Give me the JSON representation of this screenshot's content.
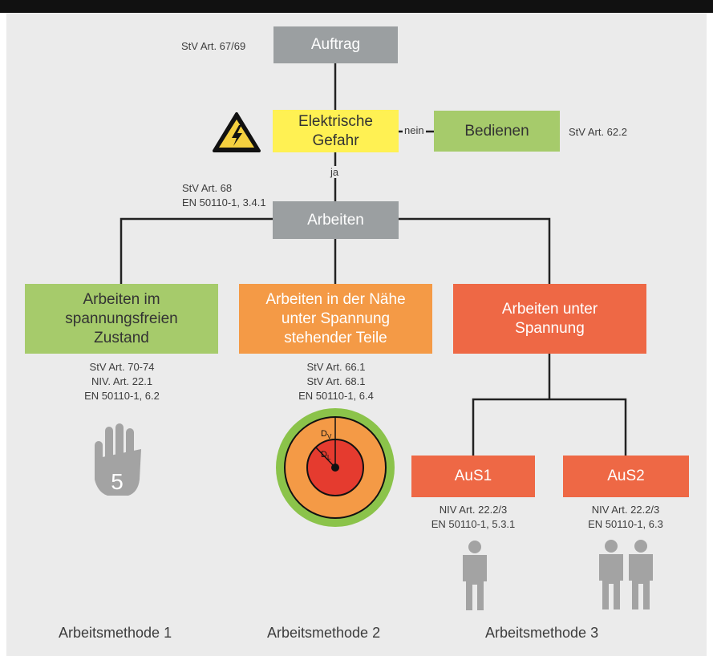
{
  "colors": {
    "gray": "#9b9fa1",
    "yellow": "#fff153",
    "green": "#a6cb6b",
    "orange": "#f49a46",
    "red": "#ee6845",
    "icon_gray": "#a3a3a3"
  },
  "nodes": {
    "auftrag": "Auftrag",
    "gefahr": "Elektrische\nGefahr",
    "bedienen": "Bedienen",
    "arbeiten": "Arbeiten",
    "spannungsfrei": "Arbeiten im\nspannungsfreien\nZustand",
    "naehe": "Arbeiten in der Nähe\nunter Spannung\nstehender Teile",
    "unter_spannung": "Arbeiten unter\nSpannung",
    "aus1": "AuS1",
    "aus2": "AuS2"
  },
  "edge_labels": {
    "nein": "nein",
    "ja": "ja"
  },
  "references": {
    "auftrag": "StV Art. 67/69",
    "bedienen": "StV Art. 62.2",
    "arbeiten": "StV Art. 68\nEN 50110-1, 3.4.1",
    "method1": "StV Art. 70-74\nNIV. Art. 22.1\nEN 50110-1, 6.2",
    "method2": "StV Art. 66.1\nStV Art. 68.1\nEN 50110-1, 6.4",
    "aus1": "NIV Art. 22.2/3\nEN 50110-1, 5.3.1",
    "aus2": "NIV Art. 22.2/3\nEN 50110-1, 6.3"
  },
  "methods": {
    "m1": "Arbeitsmethode 1",
    "m2": "Arbeitsmethode 2",
    "m3": "Arbeitsmethode 3"
  },
  "icons": {
    "warning": "high-voltage-warning-icon",
    "hand": "five-rules-hand-icon",
    "hand_number": "5",
    "zones": "danger-zones-icon",
    "zone_dv": "D",
    "zone_dv_sub": "V",
    "zone_dl": "D",
    "zone_dl_sub": "L",
    "person": "person-icon",
    "two_persons": "two-persons-icon"
  }
}
